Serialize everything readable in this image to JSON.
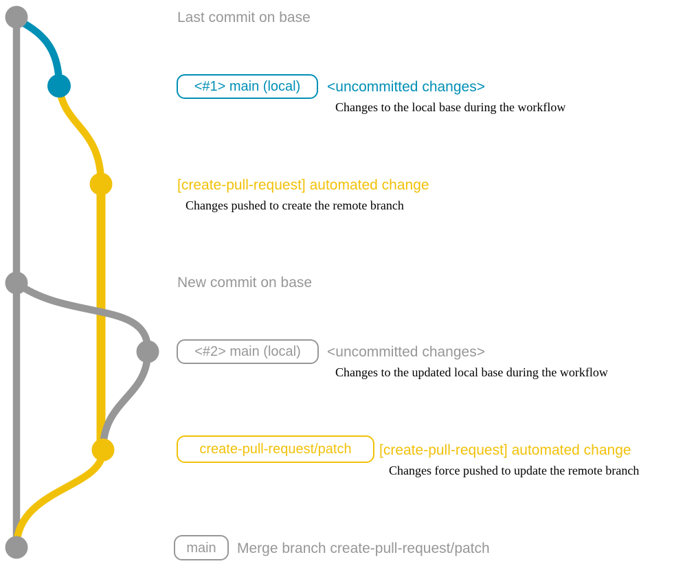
{
  "colors": {
    "gray": "#979797",
    "blue": "#008fb5",
    "yellow": "#f1c109",
    "text": "#000000",
    "background": "#ffffff"
  },
  "graph": {
    "description": "Git commit graph for the create-pull-request workflow",
    "branches": [
      {
        "name": "base",
        "color": "gray"
      },
      {
        "name": "main (local)",
        "color": "blue"
      },
      {
        "name": "create-pull-request/patch",
        "color": "yellow"
      }
    ],
    "dots": [
      {
        "name": "last-commit-on-base",
        "color": "gray"
      },
      {
        "name": "local-uncommitted-1",
        "color": "blue"
      },
      {
        "name": "automated-change-1",
        "color": "yellow"
      },
      {
        "name": "new-commit-on-base",
        "color": "gray"
      },
      {
        "name": "local-uncommitted-2",
        "color": "gray"
      },
      {
        "name": "automated-change-2",
        "color": "yellow"
      },
      {
        "name": "merge-commit",
        "color": "gray"
      }
    ]
  },
  "rows": {
    "last_commit": {
      "title": "Last commit on base"
    },
    "local_1": {
      "branch_label": "<#1> main (local)",
      "annotation": "<uncommitted changes>",
      "caption": "Changes to the local base during the workflow"
    },
    "patch_1": {
      "annotation": "[create-pull-request] automated change",
      "caption": "Changes pushed to create the remote branch"
    },
    "new_commit": {
      "title": "New commit on base"
    },
    "local_2": {
      "branch_label": "<#2> main (local)",
      "annotation": "<uncommitted changes>",
      "caption": "Changes to the updated local base during the workflow"
    },
    "patch_2": {
      "branch_label": "create-pull-request/patch",
      "annotation": "[create-pull-request] automated change",
      "caption": "Changes force pushed to update the remote branch"
    },
    "merge": {
      "branch_label": "main",
      "message": "Merge branch create-pull-request/patch"
    }
  }
}
